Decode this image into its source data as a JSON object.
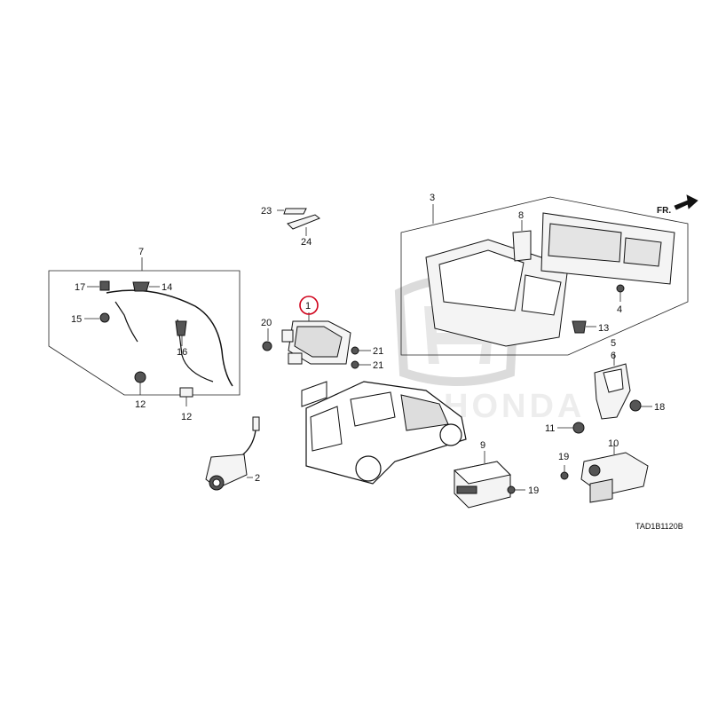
{
  "diagram": {
    "direction_label": "FR.",
    "diagram_code": "TAD1B1120B",
    "brand_watermark": "HONDA",
    "highlighted_callout": "1",
    "callouts": {
      "c1": "1",
      "c2": "2",
      "c3": "3",
      "c4": "4",
      "c5": "5",
      "c6": "6",
      "c7": "7",
      "c8": "8",
      "c9": "9",
      "c10": "10",
      "c11": "11",
      "c12a": "12",
      "c12b": "12",
      "c13": "13",
      "c14": "14",
      "c15": "15",
      "c16": "16",
      "c17": "17",
      "c18": "18",
      "c19a": "19",
      "c19b": "19",
      "c20": "20",
      "c21a": "21",
      "c21b": "21",
      "c23": "23",
      "c24": "24"
    },
    "highlight_color": "#d0021b"
  }
}
